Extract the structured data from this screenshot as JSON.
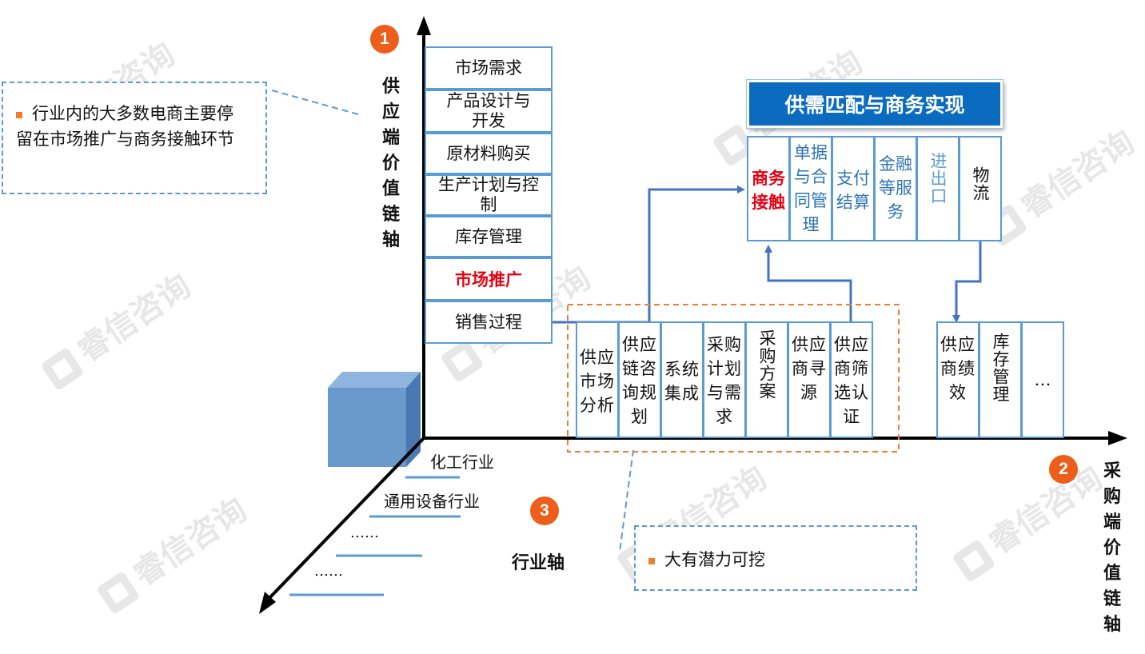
{
  "badges": {
    "supply": "1",
    "procure": "2",
    "industry": "3"
  },
  "axes": {
    "supply": "供应端价值链轴",
    "procure": "采购端价值链轴",
    "industry": "行业轴"
  },
  "supply_chain": [
    "市场需求",
    "产品设计与开发",
    "原材料购买",
    "生产计划与控制",
    "库存管理",
    "市场推广",
    "销售过程"
  ],
  "supply_highlight": "市场推广",
  "procure_chain": [
    "供应市场分析",
    "供应链咨询规划",
    "系统集成",
    "采购计划与需求",
    "采购方案",
    "供应商寻源",
    "供应商筛选认证"
  ],
  "procure_tail": [
    "供应商绩效",
    "库存管理",
    "…"
  ],
  "banner": "供需匹配与商务实现",
  "realize": [
    "商务接触",
    "单据与合同管理",
    "支付结算",
    "金融等服务",
    "进出口",
    "物流"
  ],
  "industries": [
    "化工行业",
    "通用设备行业",
    "……",
    "……"
  ],
  "callout_left": "行业内的大多数电商主要停留在市场推广与商务接触环节",
  "callout_bottom": "大有潜力可挖",
  "watermark": "睿信咨询",
  "colors": {
    "accent": "#5b9bd5",
    "highlight": "#e60012",
    "badge": "#ed5e1a",
    "banner": "#0b6cbf"
  }
}
